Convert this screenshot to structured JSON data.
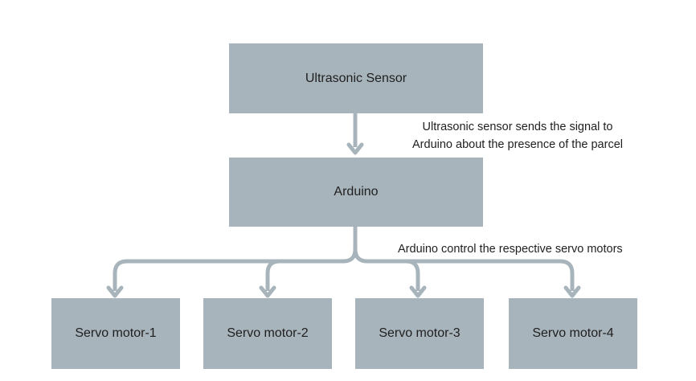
{
  "colors": {
    "box_fill": "#a8b4bb",
    "connector": "#a8b4bb",
    "text": "#1f1f1f",
    "background": "#ffffff"
  },
  "nodes": {
    "sensor": "Ultrasonic Sensor",
    "controller": "Arduino",
    "servos": [
      "Servo motor-1",
      "Servo motor-2",
      "Servo motor-3",
      "Servo motor-4"
    ]
  },
  "annotations": {
    "sensor_to_arduino_line1": "Ultrasonic sensor sends the signal to",
    "sensor_to_arduino_line2": "Arduino about the presence of the parcel",
    "arduino_to_servos": "Arduino control the respective servo motors"
  }
}
